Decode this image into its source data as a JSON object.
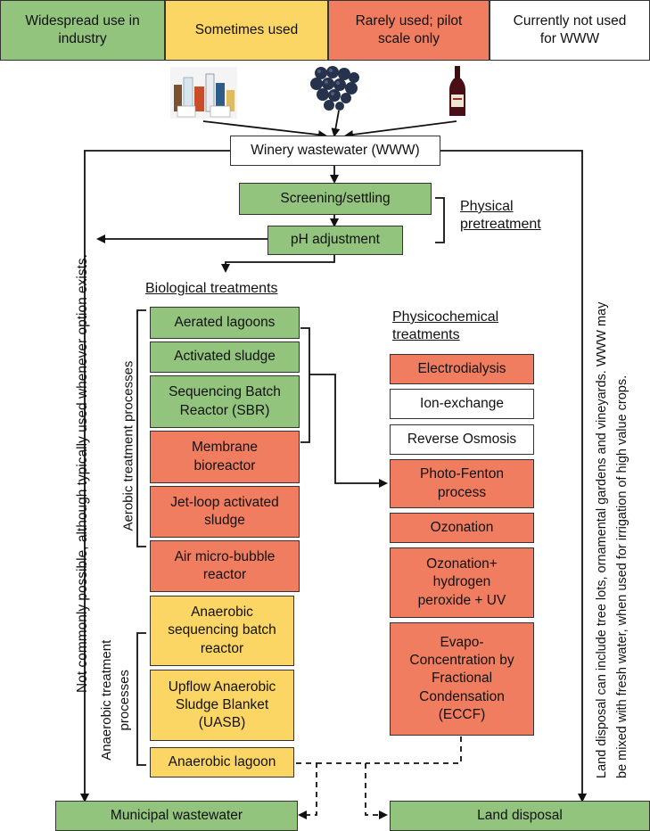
{
  "legend": [
    {
      "label": "Widespread use in\nindustry",
      "color": "#93c47d"
    },
    {
      "label": "Sometimes used",
      "color": "#fcd664"
    },
    {
      "label": "Rarely used; pilot\nscale only",
      "color": "#f07d5f"
    },
    {
      "label": "Currently not used\nfor WWW",
      "color": "#ffffff"
    }
  ],
  "photos": [
    "chemical-bottles-photo",
    "grapes-photo",
    "wine-bottle-photo"
  ],
  "source": "Winery wastewater (WWW)",
  "pretreatment": {
    "screening": "Screening/settling",
    "ph": "pH adjustment",
    "label": "Physical\npretreatment"
  },
  "biological": {
    "title": "Biological treatments",
    "aerobic_label": "Aerobic treatment processes",
    "anaerobic_label": "Anaerobic treatment\nprocesses",
    "aerated_lagoons": "Aerated lagoons",
    "activated_sludge": "Activated sludge",
    "sbr": "Sequencing Batch\nReactor (SBR)",
    "membrane": "Membrane\nbioreactor",
    "jetloop": "Jet-loop activated\nsludge",
    "air_micro": "Air micro-bubble\nreactor",
    "anaerobic_sbr": "Anaerobic\nsequencing batch\nreactor",
    "uasb": "Upflow Anaerobic\nSludge Blanket\n(UASB)",
    "anaerobic_lagoon": "Anaerobic lagoon"
  },
  "physicochemical": {
    "title": "Physicochemical\ntreatments",
    "electrodialysis": "Electrodialysis",
    "ion_exchange": "Ion-exchange",
    "reverse_osmosis": "Reverse Osmosis",
    "photo_fenton": "Photo-Fenton\nprocess",
    "ozonation": "Ozonation",
    "ozonation_h2o2": "Ozonation+\nhydrogen\nperoxide + UV",
    "eccf": "Evapo-\nConcentration by\nFractional\nCondensation\n(ECCF)"
  },
  "outputs": {
    "municipal": "Municipal wastewater",
    "land": "Land disposal"
  },
  "side_notes": {
    "left": "Not commonly possible, although typically used whenever option exists.",
    "right_line1": "Land disposal can include tree lots, ornamental gardens and vineyards. WWW may",
    "right_line2": "be mixed with fresh water, when used for irrigation of high value crops."
  }
}
